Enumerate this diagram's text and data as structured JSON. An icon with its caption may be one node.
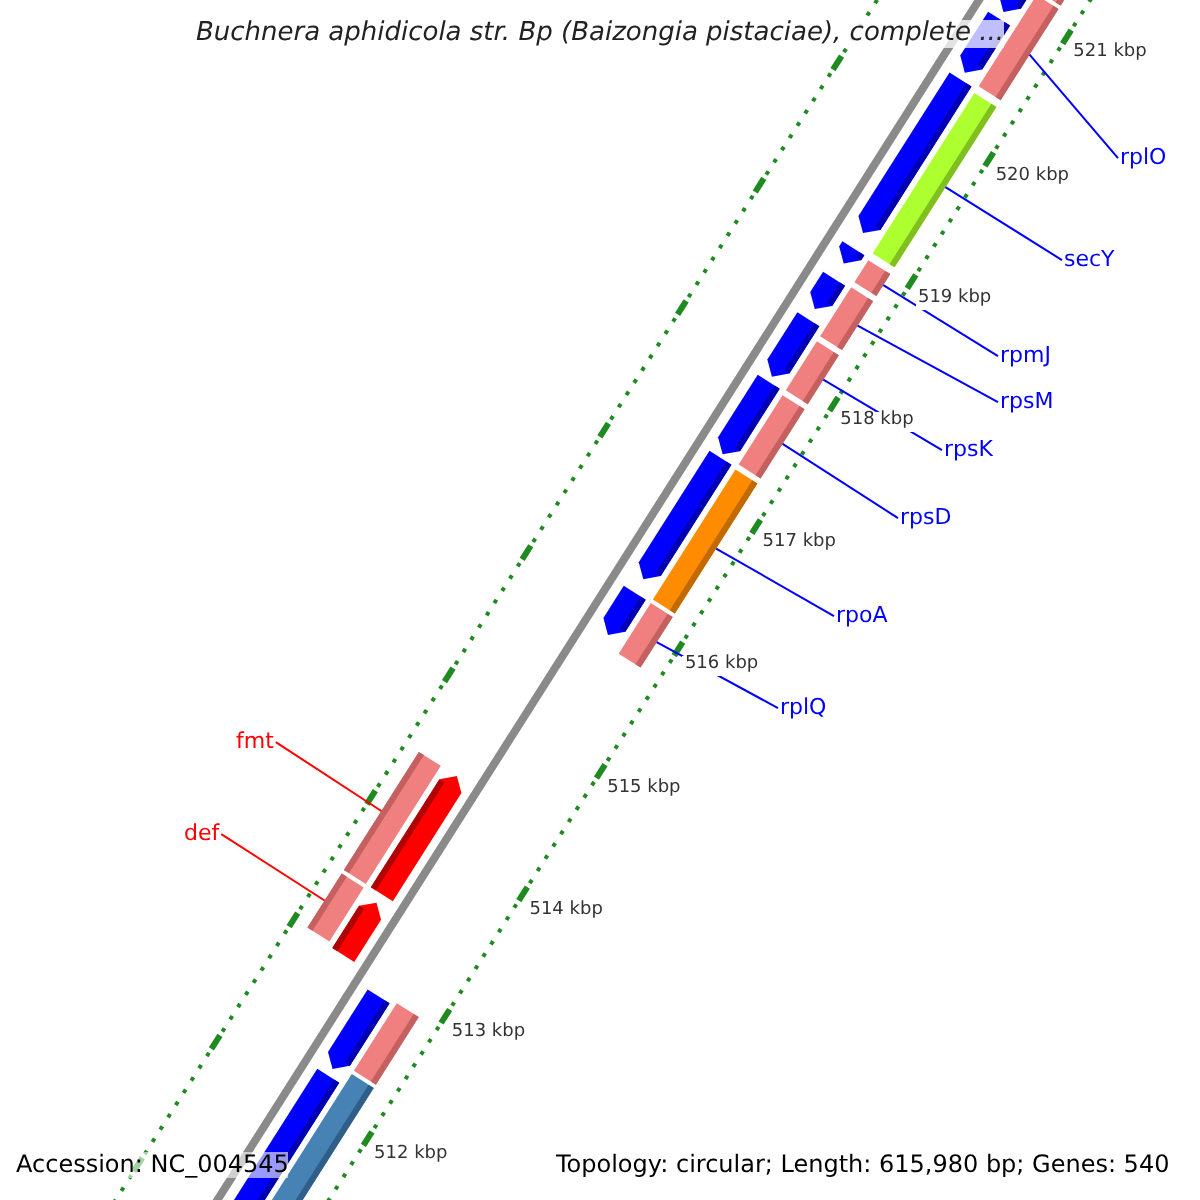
{
  "diagram": {
    "title": "Buchnera aphidicola str. Bp (Baizongia pistaciae), complete ...",
    "nodes": [
      {
        "text": [
          "rplO"
        ]
      },
      {
        "text": [
          "secY"
        ]
      },
      {
        "text": [
          "rpmJ"
        ]
      },
      {
        "text": [
          "rpsM"
        ]
      },
      {
        "text": [
          "rpsK"
        ]
      },
      {
        "text": [
          "rpsD"
        ]
      },
      {
        "text": [
          "rpoA"
        ]
      },
      {
        "text": [
          "rplQ"
        ]
      },
      {
        "text": [
          "fmt"
        ]
      },
      {
        "text": [
          "def"
        ]
      },
      {
        "text": [],
        "shape": "bar"
      },
      {
        "text": [],
        "shape": "bar"
      },
      {
        "text": [],
        "shape": "bar"
      },
      {
        "text": [],
        "shape": "bar"
      },
      {
        "text": [],
        "shape": "bar"
      },
      {
        "text": [],
        "shape": "bar"
      },
      {
        "text": [],
        "shape": "bar"
      },
      {
        "text": [],
        "shape": "bar"
      },
      {
        "text": [],
        "shape": "bar"
      },
      {
        "text": [],
        "shape": "bar"
      },
      {
        "text": [],
        "shape": "bar"
      },
      {
        "text": [],
        "shape": "arrow"
      },
      {
        "text": [],
        "shape": "arrow"
      },
      {
        "text": [],
        "shape": "arrow"
      },
      {
        "text": [],
        "shape": "arrow"
      },
      {
        "text": [],
        "shape": "arrow"
      },
      {
        "text": [],
        "shape": "arrow"
      },
      {
        "text": [],
        "shape": "arrow"
      },
      {
        "text": [],
        "shape": "arrow"
      },
      {
        "text": [],
        "shape": "arrow"
      },
      {
        "text": [],
        "shape": "arrow"
      },
      {
        "text": [],
        "shape": "arrow"
      },
      {
        "text": [],
        "shape": "arrow"
      },
      {
        "text": [],
        "shape": "bar"
      },
      {
        "text": [],
        "shape": "arrow"
      },
      {
        "text": [],
        "shape": "bar"
      }
    ],
    "edges": [
      {
        "from": 0,
        "to": 10,
        "arrow": "none"
      },
      {
        "from": 1,
        "to": 11,
        "arrow": "none"
      },
      {
        "from": 2,
        "to": 12,
        "arrow": "none"
      },
      {
        "from": 3,
        "to": 13,
        "arrow": "none"
      },
      {
        "from": 4,
        "to": 14,
        "arrow": "none"
      },
      {
        "from": 5,
        "to": 15,
        "arrow": "none"
      },
      {
        "from": 6,
        "to": 16,
        "arrow": "none"
      },
      {
        "from": 7,
        "to": 17,
        "arrow": "none"
      },
      {
        "from": 8,
        "to": 18,
        "arrow": "none",
        "color": "#ff0000"
      },
      {
        "from": 9,
        "to": 19,
        "arrow": "none",
        "color": "#ff0000"
      }
    ],
    "labels": [
      "521 kbp",
      "520 kbp",
      "519 kbp",
      "518 kbp",
      "517 kbp",
      "516 kbp",
      "515 kbp",
      "514 kbp",
      "513 kbp",
      "512 kbp",
      "Accession: NC_004545",
      "Topology: circular; Length: 615,980 bp; Genes: 540"
    ]
  }
}
